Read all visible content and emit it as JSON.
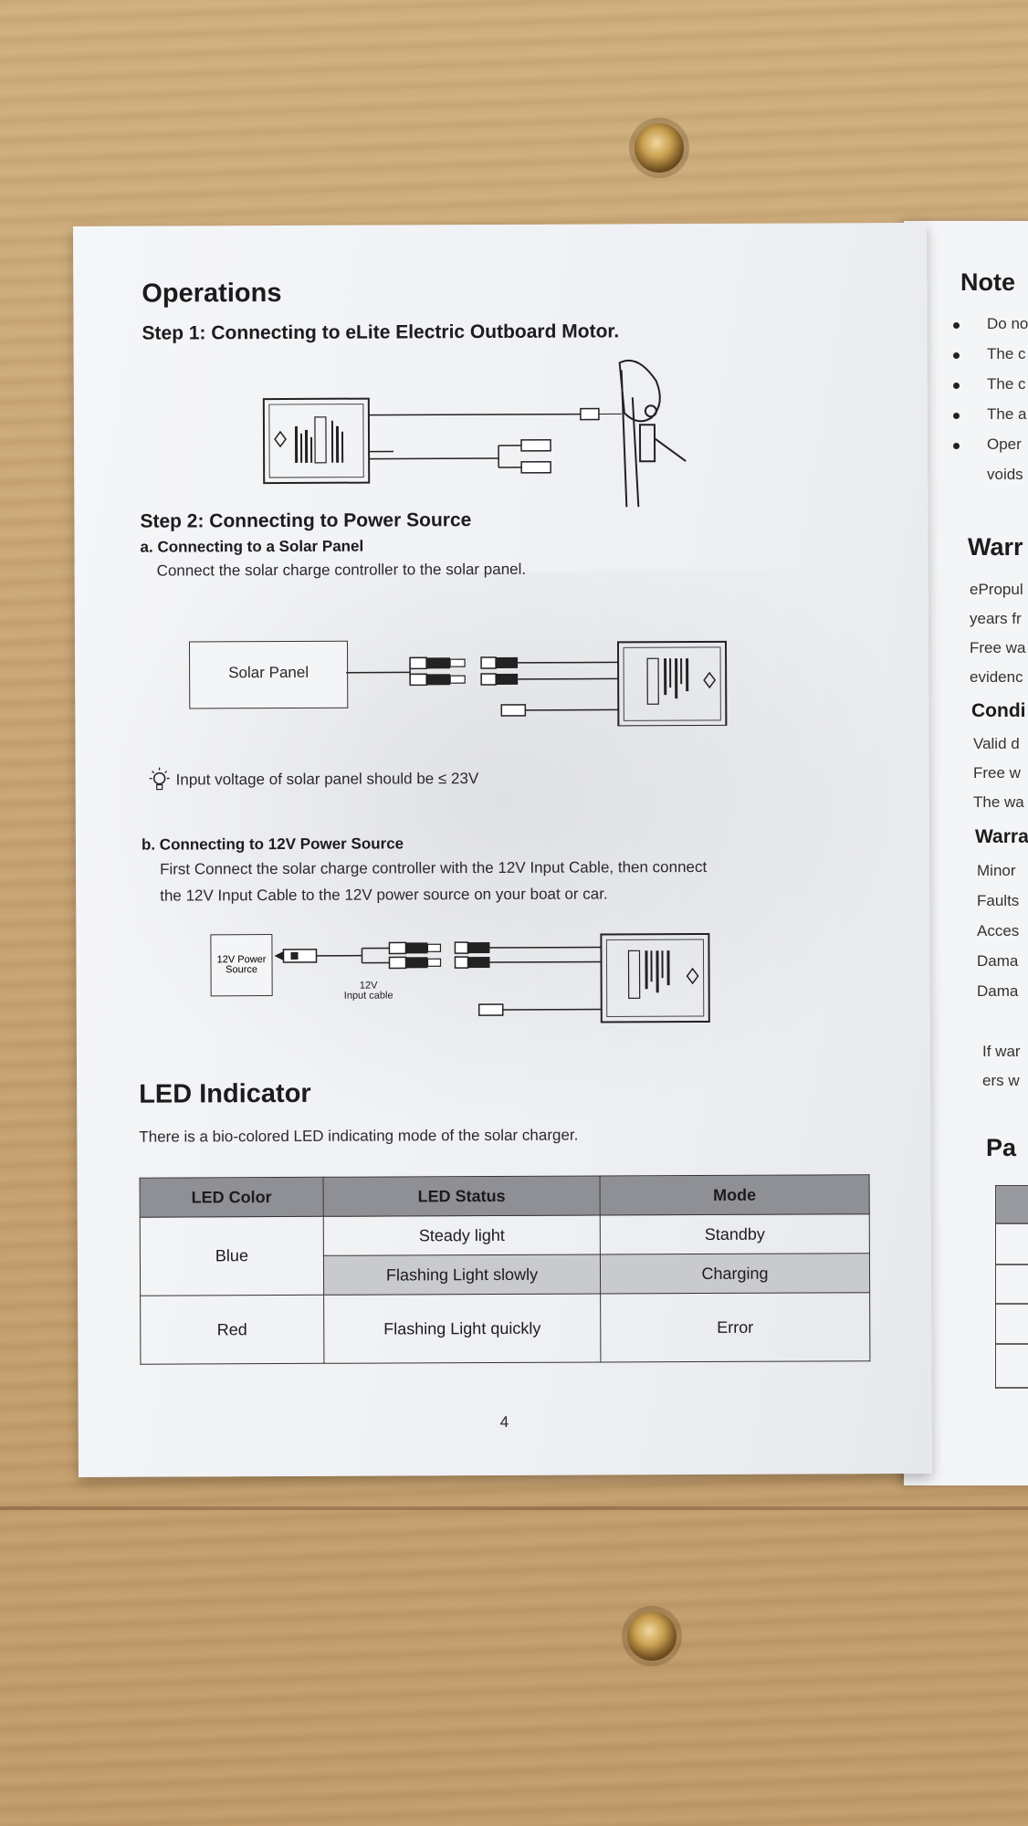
{
  "left_page": {
    "title": "Operations",
    "step1": {
      "heading": "Step 1: Connecting to eLite Electric Outboard Motor."
    },
    "step2": {
      "heading": "Step 2: Connecting to Power Source",
      "a_heading": "a. Connecting to a Solar Panel",
      "a_text": "Connect the solar charge controller to the solar panel.",
      "solar_panel_label": "Solar Panel",
      "tip_text": "Input voltage of solar panel should be ≤ 23V",
      "b_heading": "b. Connecting to 12V Power Source",
      "b_text_line1": "First Connect the solar charge controller with the 12V Input Cable, then connect",
      "b_text_line2": "the 12V Input Cable to the 12V power source on your boat or car.",
      "power_source_label_1": "12V Power",
      "power_source_label_2": "Source",
      "input_cable_label_1": "12V",
      "input_cable_label_2": "Input cable"
    },
    "led": {
      "title": "LED Indicator",
      "description": "There is a bio-colored LED indicating mode of the solar charger.",
      "table": {
        "headers": [
          "LED Color",
          "LED Status",
          "Mode"
        ],
        "blue_label": "Blue",
        "red_label": "Red",
        "rows": [
          {
            "status": "Steady light",
            "mode": "Standby"
          },
          {
            "status": "Flashing Light slowly",
            "mode": "Charging"
          },
          {
            "status": "Flashing Light quickly",
            "mode": "Error"
          }
        ]
      }
    },
    "page_number": "4"
  },
  "right_page": {
    "notes_title": "Note",
    "bullets": [
      "Do no",
      "The c",
      "The c",
      "The a",
      "Oper"
    ],
    "bullet_cont": "voids",
    "warranty_title": "Warr",
    "warranty_lines": [
      "ePropul",
      "years fr",
      "Free wa",
      "evidenc"
    ],
    "conditions_title": "Condi",
    "conditions_lines": [
      "Valid d",
      "Free w",
      "The wa"
    ],
    "warranty_sub_title": "Warra",
    "warranty_sub_lines": [
      "Minor",
      "Faults",
      "Acces",
      "Dama",
      "Dama"
    ],
    "if_lines": [
      "If war",
      "ers w"
    ],
    "package_title": "Pa"
  }
}
